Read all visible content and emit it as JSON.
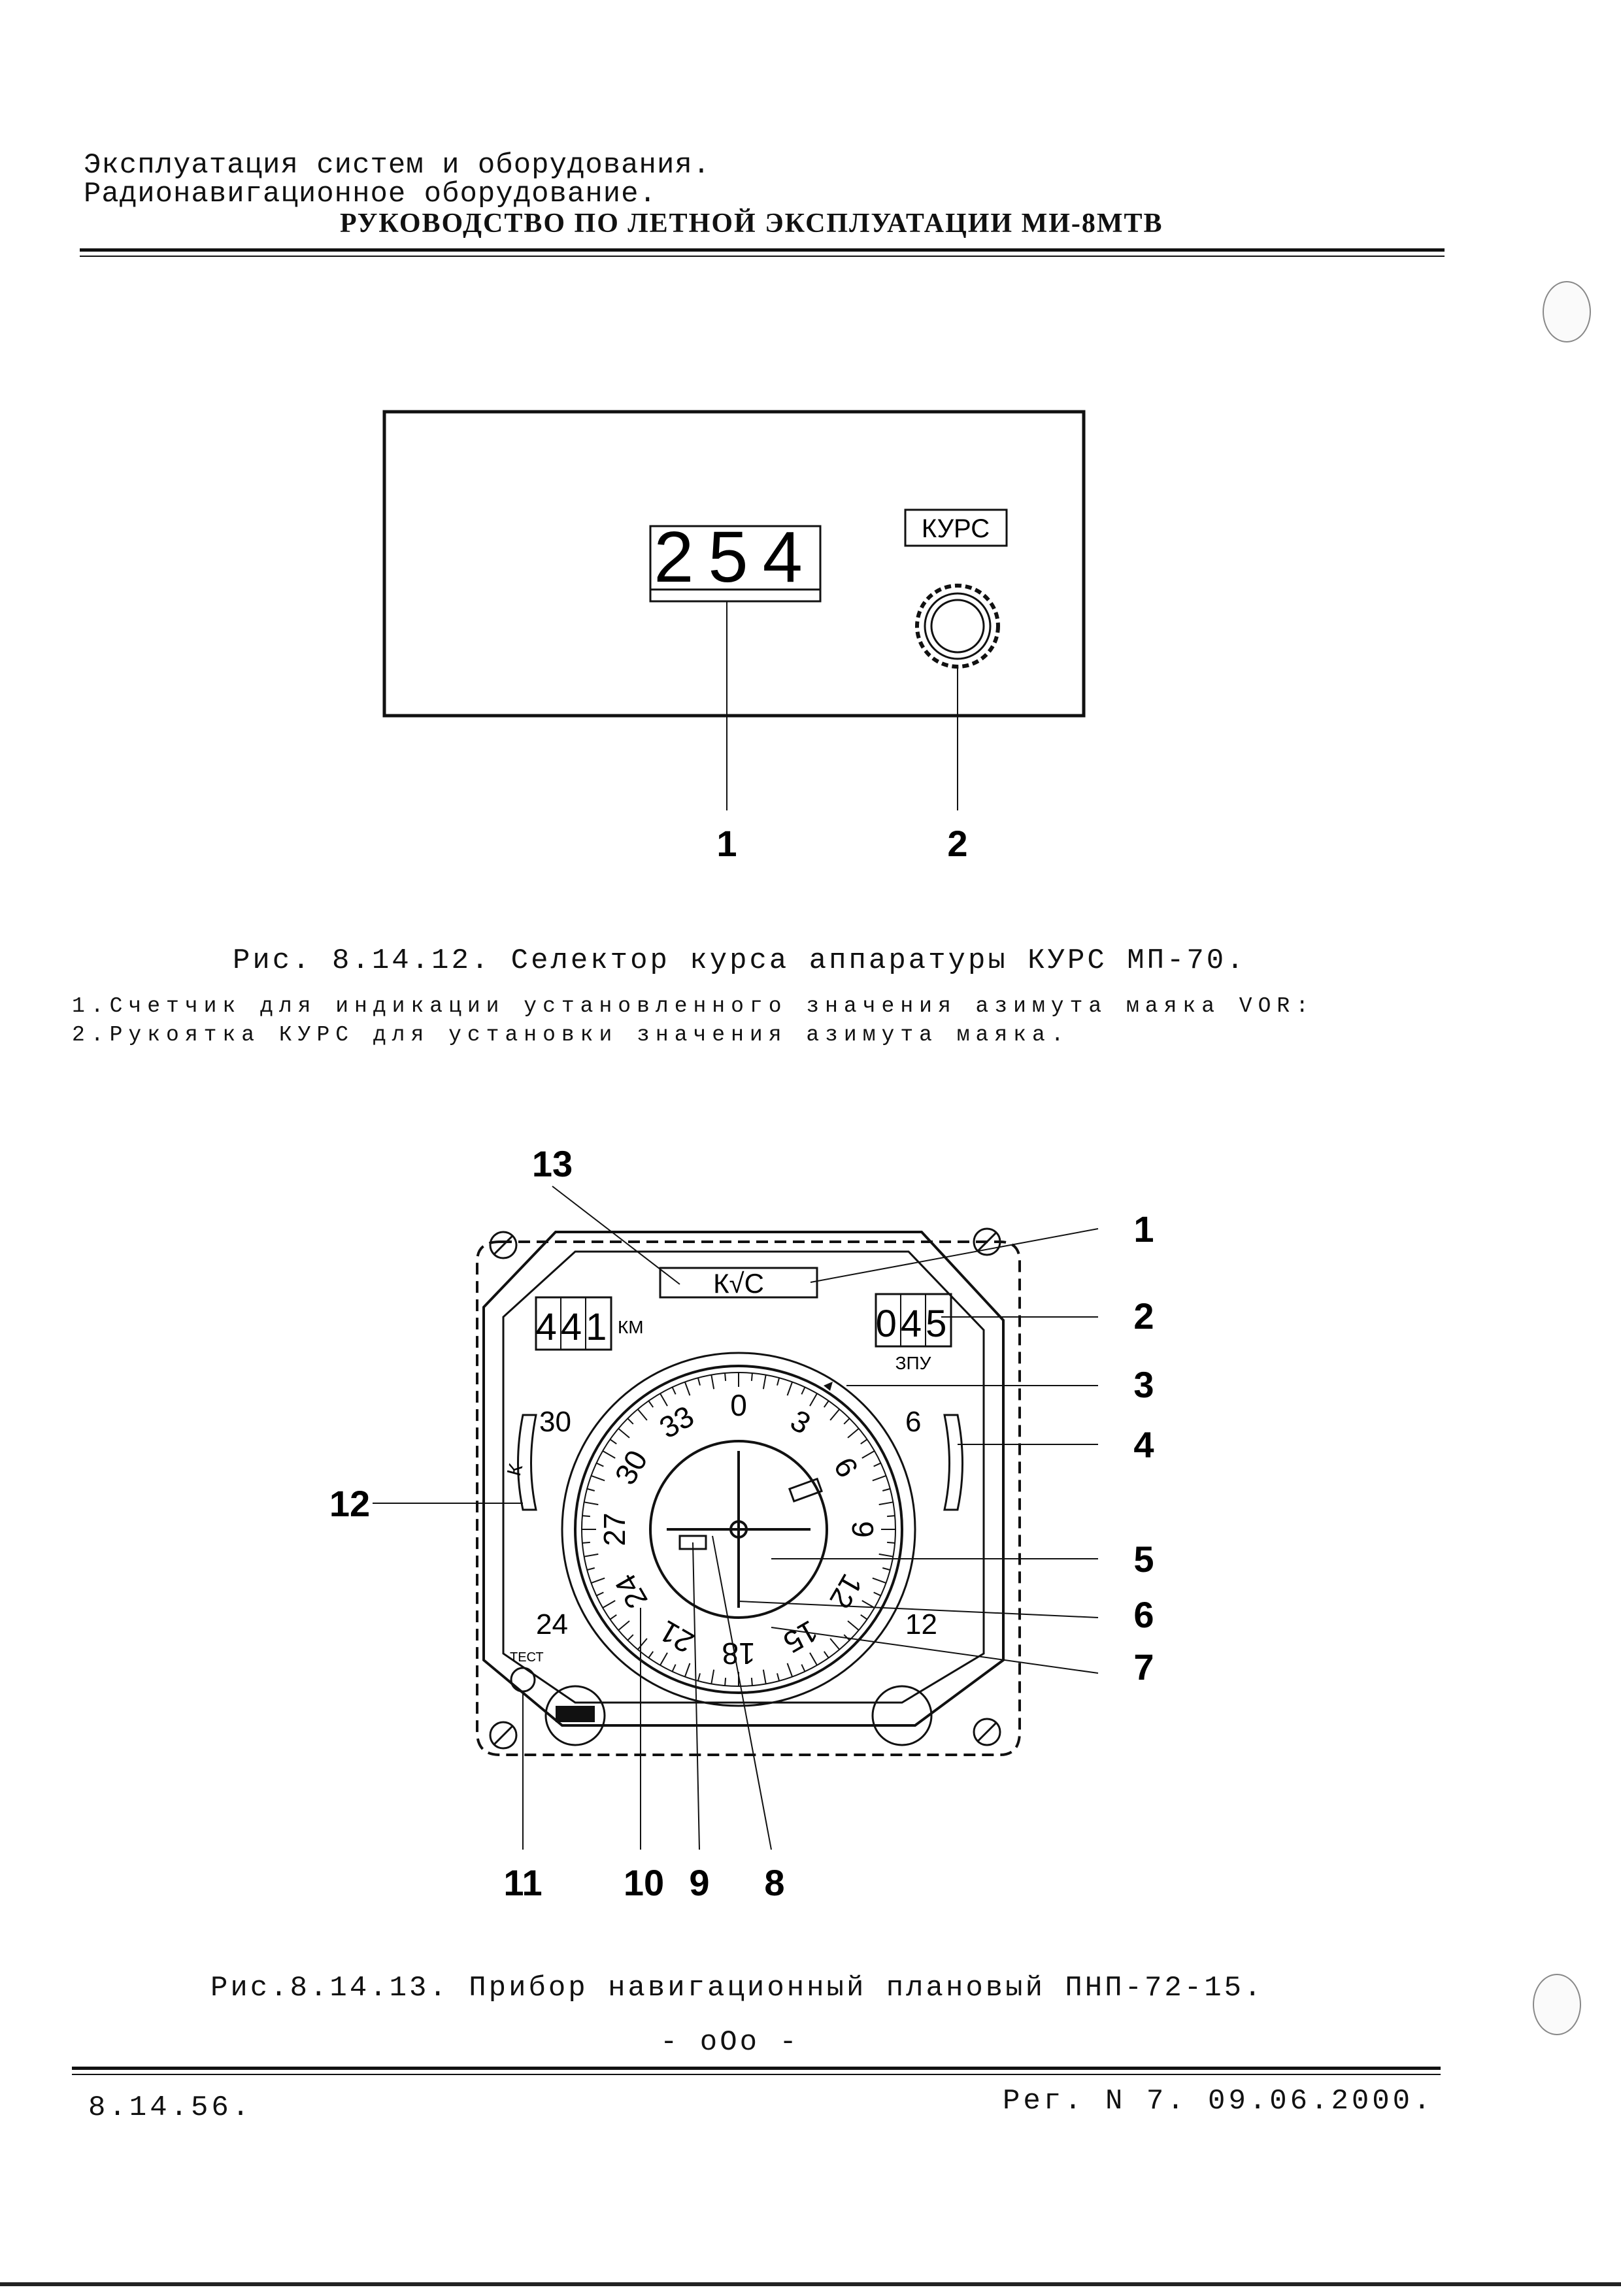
{
  "header": {
    "line1": "Эксплуатация систем и оборудования.",
    "line2": "Радионавигационное оборудование.",
    "title": "РУКОВОДСТВО ПО ЛЕТНОЙ ЭКСПЛУАТАЦИИ МИ-8МТВ"
  },
  "figure1": {
    "counter_value": "254",
    "knob_label": "КУРС",
    "callouts": [
      "1",
      "2"
    ],
    "caption": "Рис. 8.14.12. Селектор курса аппаратуры КУРС МП-70.",
    "legend": [
      "1.Счетчик для индикации установленного значения азимута  маяка  VOR:",
      "2.Рукоятка КУРС для установки значения азимута маяка."
    ]
  },
  "figure2": {
    "kurs_window": "К√С",
    "distance_counter": "441",
    "distance_unit": "КМ",
    "zpu_counter": "045",
    "zpu_label": "ЗПУ",
    "outer_scale": [
      "30",
      "6",
      "24",
      "12"
    ],
    "left_flag": "К",
    "test_label": "ТЕСТ",
    "card_labels": [
      "33",
      "0",
      "3",
      "6",
      "9",
      "12",
      "15",
      "18",
      "21",
      "24",
      "27",
      "30"
    ],
    "callouts": [
      "13",
      "1",
      "2",
      "3",
      "4",
      "12",
      "5",
      "6",
      "7",
      "11",
      "10",
      "9",
      "8"
    ],
    "caption": "Рис.8.14.13.  Прибор навигационный плановый ПНП-72-15.",
    "end_mark": "- оОо -"
  },
  "footer": {
    "page": "8.14.56.",
    "reg": "Рег. N 7. 09.06.2000."
  }
}
